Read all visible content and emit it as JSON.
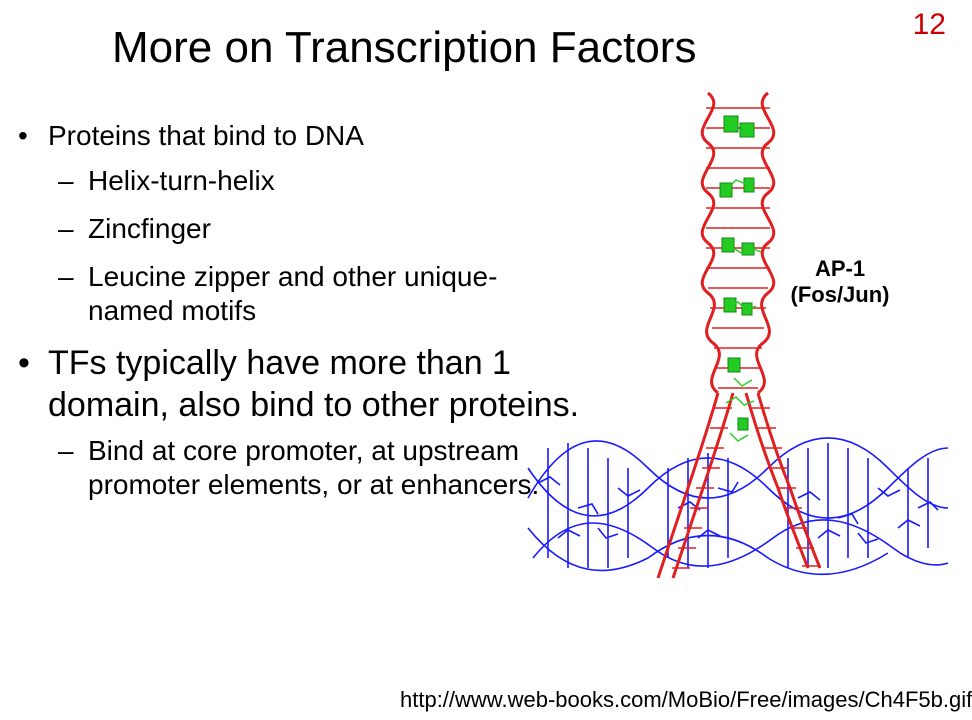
{
  "slide": {
    "number": "12",
    "title": "More on Transcription Factors",
    "bullets": [
      {
        "text": "Proteins that bind to DNA",
        "subitems": [
          "Helix-turn-helix",
          "Zincfinger",
          "Leucine zipper and other unique-named motifs"
        ]
      },
      {
        "text": "TFs typically have more than 1 domain, also bind to other proteins.",
        "subitems": [
          "Bind at core promoter, at upstream promoter elements, or at enhancers."
        ]
      }
    ],
    "image": {
      "label_line1": "AP-1",
      "label_line2": "(Fos/Jun)",
      "colors": {
        "protein": "#e02020",
        "contacts": "#22cc22",
        "dna": "#1a1aff"
      }
    },
    "source_url": "http://www.web-books.com/MoBio/Free/images/Ch4F5b.gif"
  }
}
